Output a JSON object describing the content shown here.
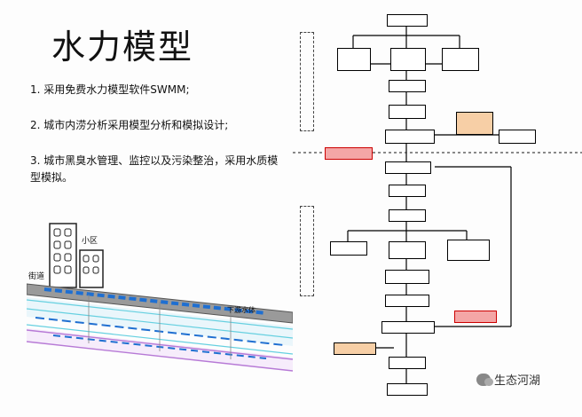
{
  "slide": {
    "title": "水力模型",
    "points": [
      "1. 采用免费水力模型软件SWMM;",
      "2. 城市内涝分析采用模型分析和模拟设计;",
      "3. 城市黑臭水管理、监控以及污染整治，采用水质模型模拟。"
    ]
  },
  "diagram": {
    "labels": {
      "community": "小区",
      "street": "街道",
      "sewer": "下游水体"
    },
    "colors": {
      "road": "#555555",
      "flow_blue": "#1f6fd1",
      "pipe_cyan": "#66d0e0",
      "pipe_purple": "#b77ad6"
    }
  },
  "flowchart": {
    "boxes": {
      "b1": "",
      "b2": "",
      "b3": "",
      "b4": "",
      "b5": "",
      "b6": "",
      "b7": "",
      "b8": "",
      "b9": "",
      "b10": "",
      "b11": "",
      "b12": "",
      "b13": "",
      "b14": "",
      "b15": "",
      "b16": "",
      "b17": "",
      "b18": "",
      "b19": "",
      "b20": "",
      "b21": "",
      "b22": "",
      "b23": "",
      "b24": ""
    },
    "colors": {
      "peach": "#f7cfa6",
      "red": "#f4a6a6"
    }
  },
  "watermark": {
    "text": "生态河湖",
    "icon": "wechat-icon"
  }
}
